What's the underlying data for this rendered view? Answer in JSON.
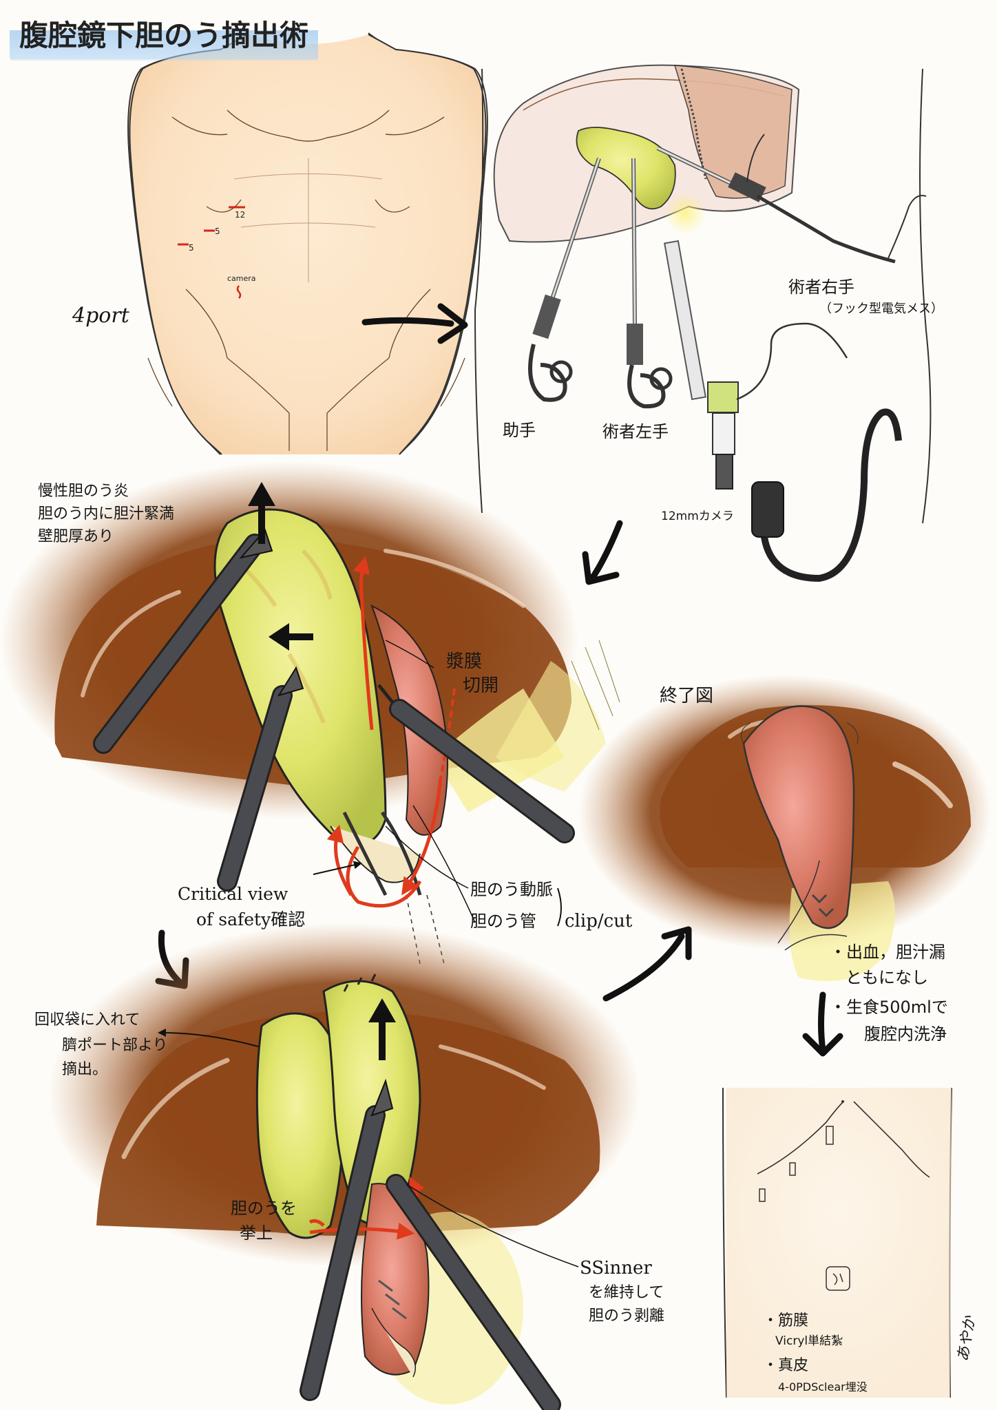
{
  "title": "腹腔鏡下胆のう摘出術",
  "panel1": {
    "label": "4port",
    "ports": [
      "12",
      "5",
      "5",
      "camera"
    ]
  },
  "panel2": {
    "assistant": "助手",
    "surgeon_left": "術者左手",
    "surgeon_right": "術者右手",
    "surgeon_right_note": "（フック型電気メス）",
    "camera": "12mmカメラ"
  },
  "panel3": {
    "note_lines": [
      "慢性胆のう炎",
      "胆のう内に胆汁緊満",
      "壁肥厚あり"
    ],
    "serosa_lines": [
      "漿膜",
      "切開"
    ],
    "cvs_lines": [
      "Critical view",
      "of safety確認"
    ],
    "artery": "胆のう動脈",
    "duct": "胆のう管",
    "clip": "clip/cut"
  },
  "panel4": {
    "title": "終了図",
    "result_lines": [
      "・出血，胆汁漏",
      "ともになし",
      "・生食500mlで",
      "腹腔内洗浄"
    ]
  },
  "panel5": {
    "bag_lines": [
      "回収袋に入れて",
      "臍ポート部より",
      "摘出。"
    ],
    "lift_lines": [
      "胆のうを",
      "挙上"
    ],
    "ssinner_lines": [
      "SSinner",
      "を維持して",
      "胆のう剥離"
    ]
  },
  "panel6": {
    "closure_lines": [
      "・筋膜",
      "Vicryl単結紮",
      "・真皮",
      "4-0PDSclear埋没"
    ]
  },
  "signature": "あやか",
  "colors": {
    "skin": "#fbe4c6",
    "liver": "#8a4416",
    "gallbladder": "#e6e872",
    "fat": "#f4ea8c",
    "red_arrow": "#e03a1c",
    "instrument": "#3e3f44",
    "title_highlight": "#a9d0f2"
  }
}
